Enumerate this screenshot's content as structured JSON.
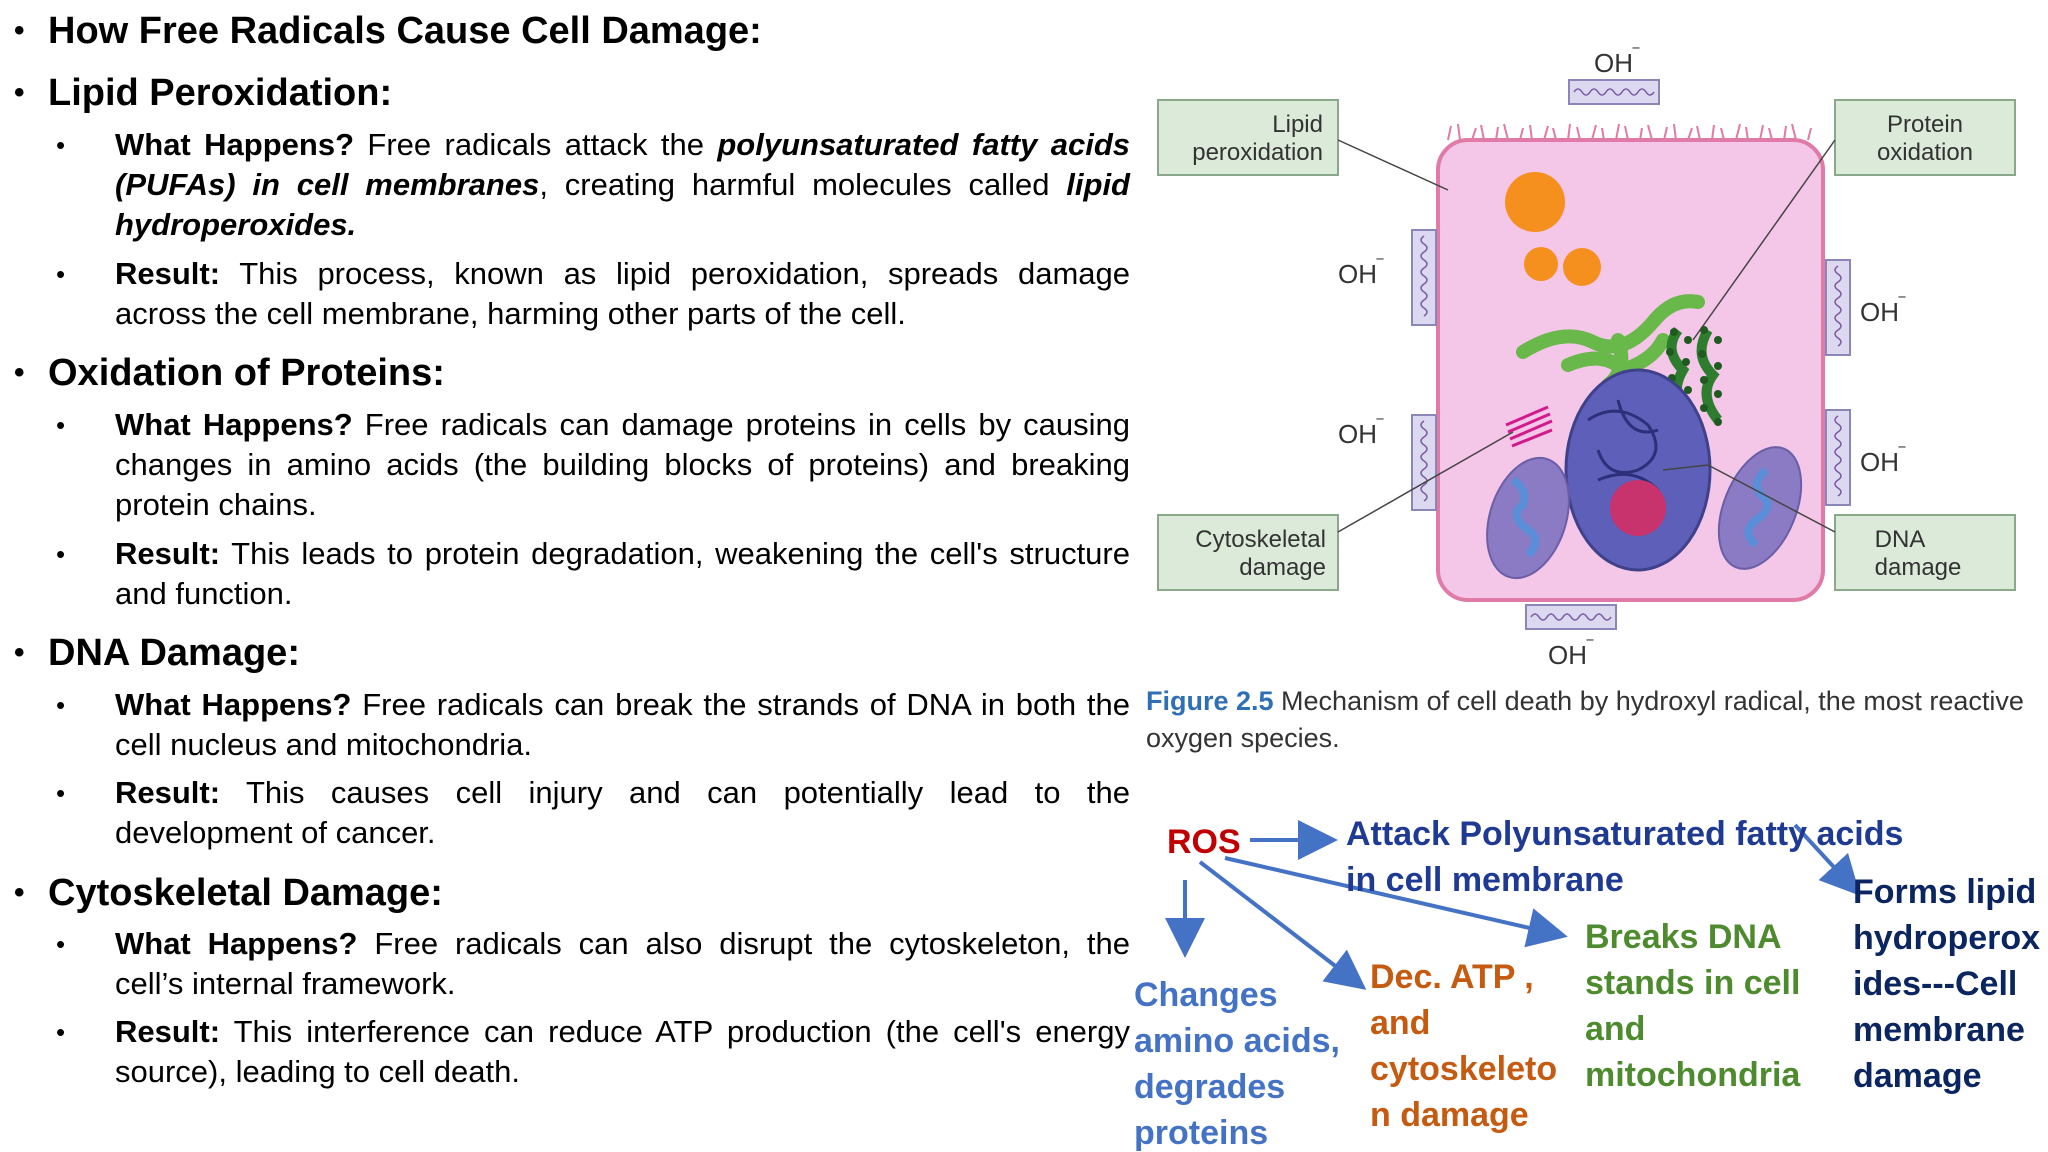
{
  "sections": {
    "intro": "How Free Radicals Cause Cell Damage:",
    "lipid": {
      "heading": "Lipid Peroxidation:",
      "what_label": "What Happens?",
      "what_1": " Free radicals attack the ",
      "what_2": "polyunsaturated fatty acids (PUFAs) in cell membranes",
      "what_3": ", creating harmful molecules called ",
      "what_4": "lipid hydroperoxides.",
      "result_label": "Result:",
      "result_text": " This process, known as lipid peroxidation, spreads damage across the cell membrane, harming other parts of the cell."
    },
    "protein": {
      "heading": "Oxidation of Proteins:",
      "what_label": "What Happens?",
      "what_text": " Free radicals can damage proteins in cells by causing changes in amino acids (the building blocks of proteins) and breaking protein chains.",
      "result_label": "Result:",
      "result_text": " This leads to protein degradation, weakening the cell's structure and function."
    },
    "dna": {
      "heading": "DNA Damage:",
      "what_label": "What Happens?",
      "what_text": " Free radicals can break the strands of DNA in both the cell nucleus and mitochondria.",
      "result_label": "Result:",
      "result_text": " This causes cell injury and can potentially lead to the development of cancer."
    },
    "cyto": {
      "heading": "Cytoskeletal Damage:",
      "what_label": "What Happens?",
      "what_text": " Free radicals can also disrupt the cytoskeleton, the cell’s internal framework.",
      "result_label": "Result:",
      "result_text": " This interference can reduce ATP production (the cell's energy source), leading to cell death."
    }
  },
  "figure": {
    "oh": "OH",
    "oh_sup": "‾",
    "lipid_label_1": "Lipid",
    "lipid_label_2": "peroxidation",
    "protein_label_1": "Protein",
    "protein_label_2": "oxidation",
    "cyto_label_1": "Cytoskeletal",
    "cyto_label_2": "damage",
    "dna_label_1": "DNA",
    "dna_label_2": "damage",
    "caption_label": "Figure 2.5",
    "caption_text": " Mechanism of cell death by hydroxyl radical, the most reactive oxygen species.",
    "colors": {
      "cell_fill": "#f4c6e8",
      "cell_border": "#e07aa6",
      "box_fill": "#dcebd9",
      "box_border": "#8aa88a",
      "orange": "#f5901e",
      "green": "#69b84a",
      "dark_green": "#2e7d2e",
      "nucleus": "#5d5fb8",
      "nucleolus": "#c8336e",
      "mito": "#8a7bc4"
    }
  },
  "flow": {
    "ros": "ROS",
    "attack_1": "Attack Polyunsaturated fatty acids",
    "attack_2": "in cell membrane",
    "forms": [
      "Forms  lipid",
      "hydroperox",
      "ides---Cell",
      "membrane",
      "damage"
    ],
    "dna": [
      "Breaks DNA",
      "stands in cell",
      "and",
      "mitochondria"
    ],
    "atp": [
      "Dec. ATP ,",
      "and",
      "cytoskeleto",
      "n damage"
    ],
    "amino": [
      "Changes",
      "amino acids,",
      "degrades",
      "proteins"
    ],
    "colors": {
      "ros": "#c00000",
      "attack": "#1f3a93",
      "forms": "#0b2560",
      "dna": "#4e8a2e",
      "atp": "#c55a11",
      "amino": "#4472c4",
      "arrow": "#4472c4"
    }
  }
}
